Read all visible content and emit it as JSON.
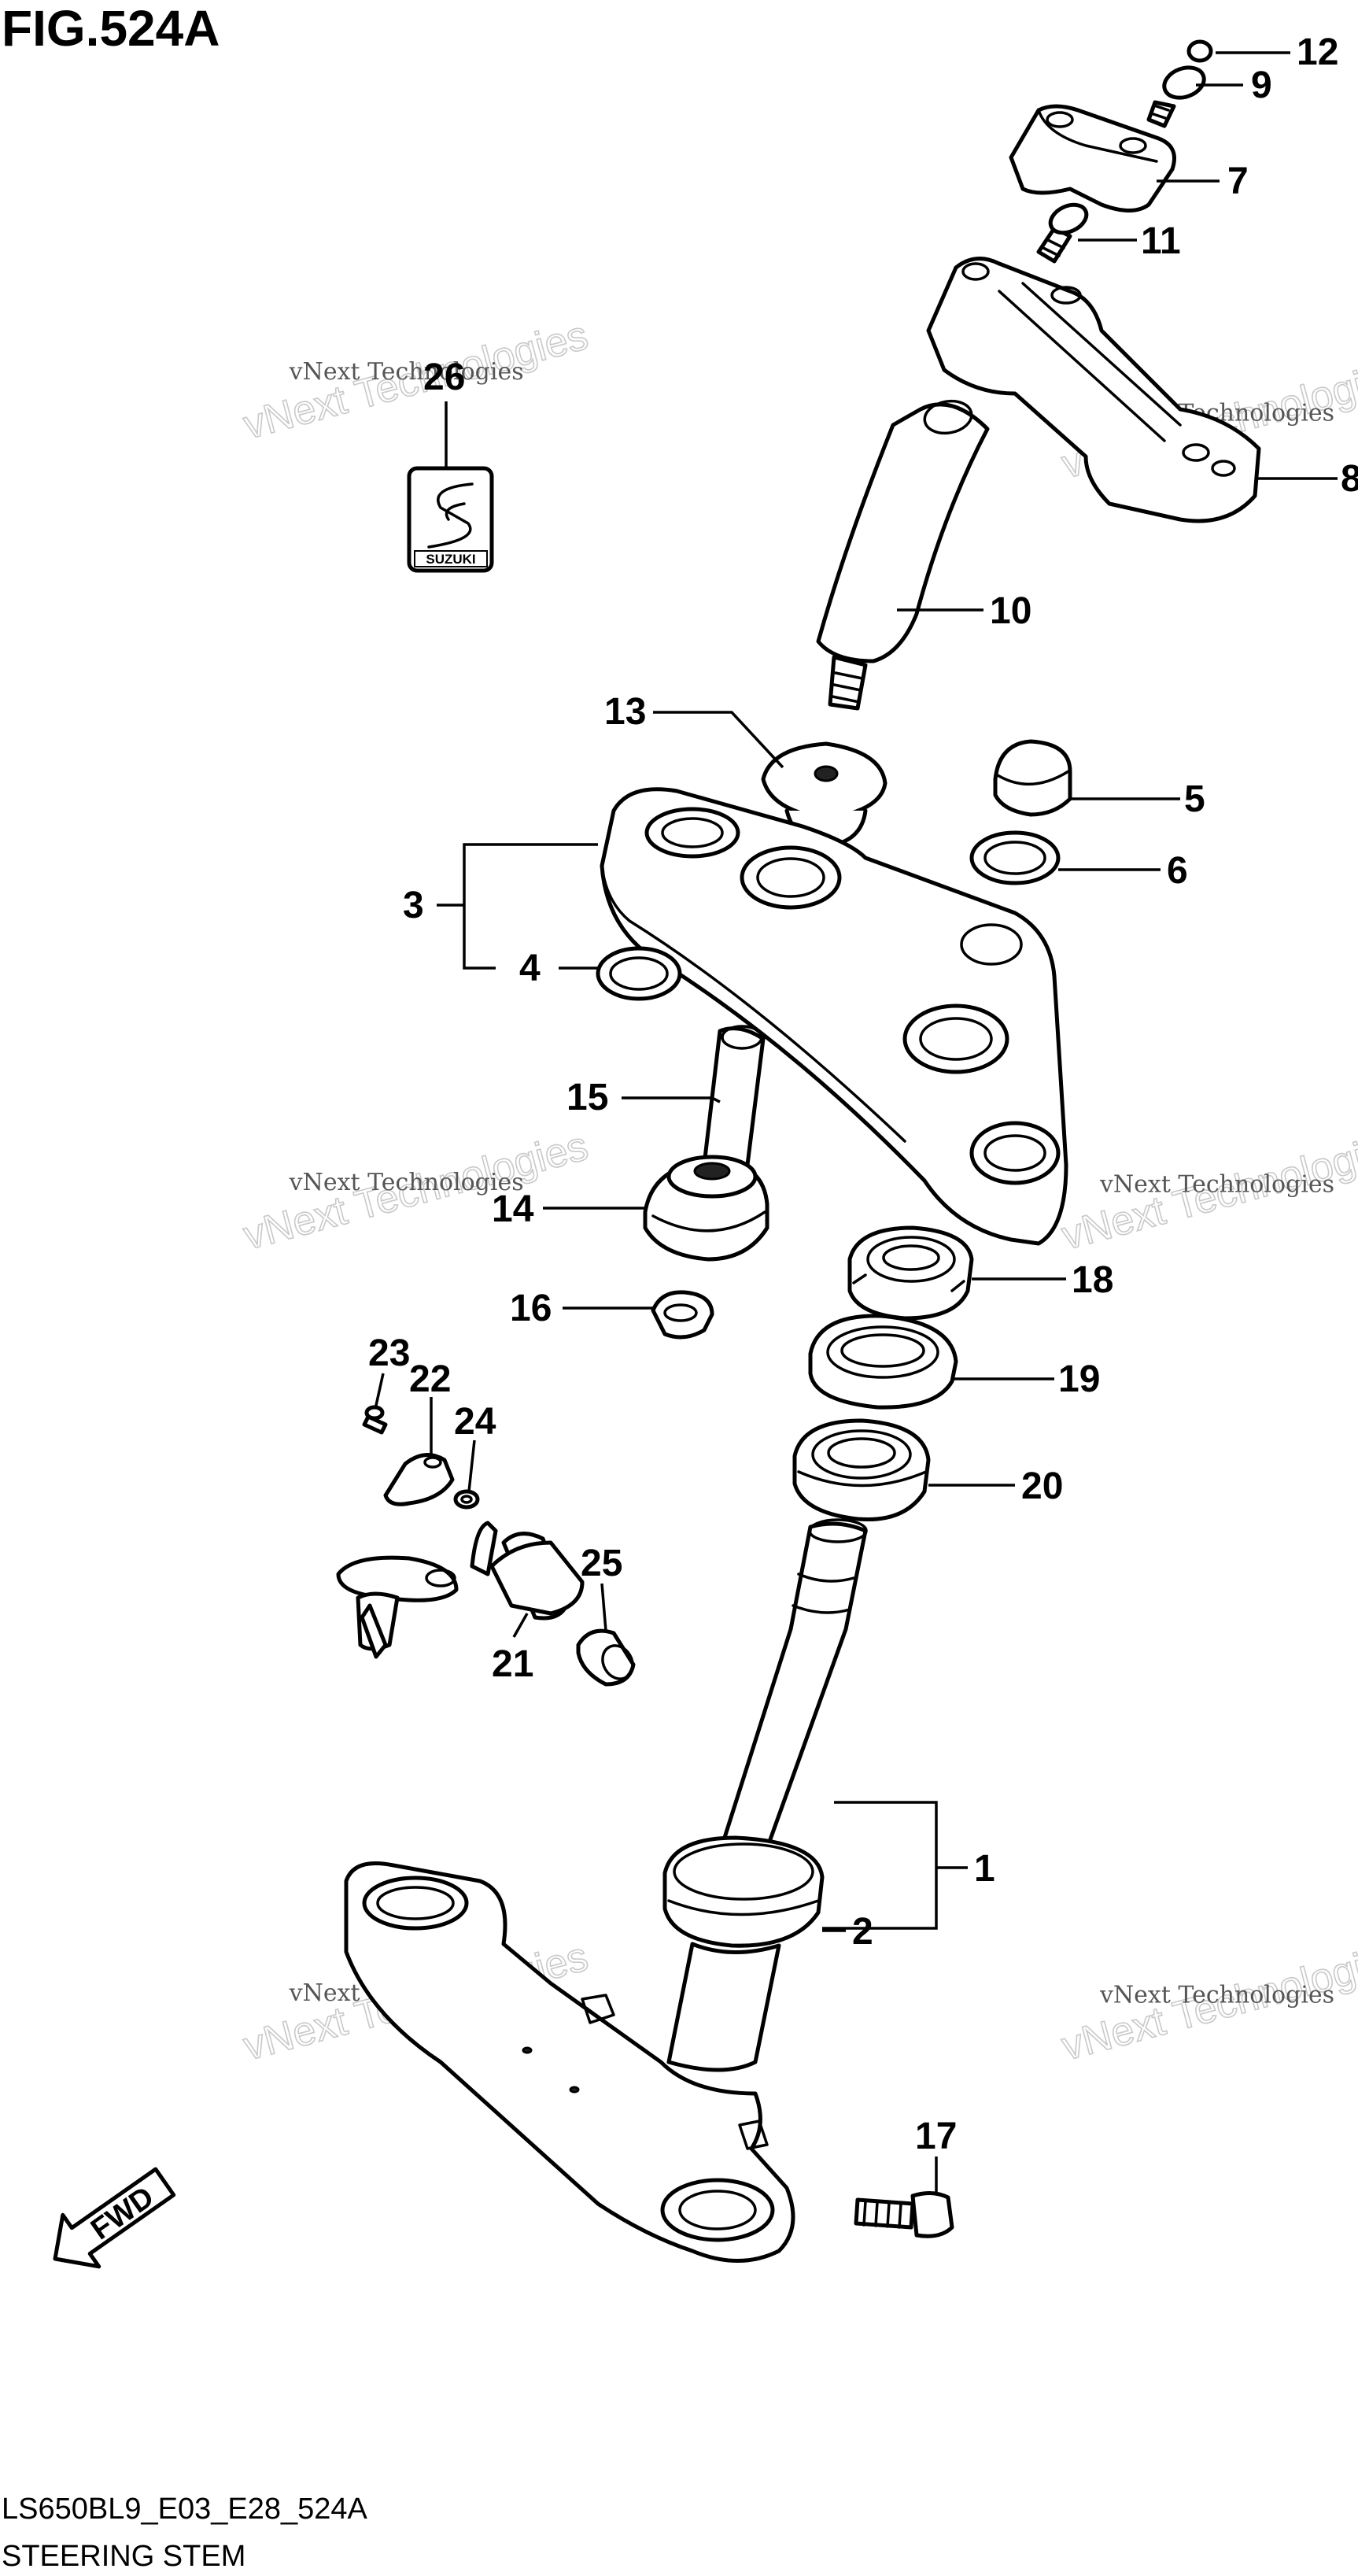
{
  "figure": {
    "title": "FIG.524A",
    "footer_code": "LS650BL9_E03_E28_524A",
    "footer_name": "STEERING STEM",
    "fwd_label": "FWD",
    "emblem_text": "SUZUKI"
  },
  "watermark": {
    "line1": "vNext Technologies",
    "line2": "vNext Technologies"
  },
  "callouts": {
    "c1": "1",
    "c2": "2",
    "c3": "3",
    "c4": "4",
    "c5": "5",
    "c6": "6",
    "c7": "7",
    "c8": "8",
    "c9": "9",
    "c10": "10",
    "c11": "11",
    "c12": "12",
    "c13": "13",
    "c14": "14",
    "c15": "15",
    "c16": "16",
    "c17": "17",
    "c18": "18",
    "c19": "19",
    "c20": "20",
    "c21": "21",
    "c22": "22",
    "c23": "23",
    "c24": "24",
    "c25": "25",
    "c26": "26"
  },
  "colors": {
    "line": "#000000",
    "background": "#ffffff",
    "watermark": "#c9c9c9"
  }
}
